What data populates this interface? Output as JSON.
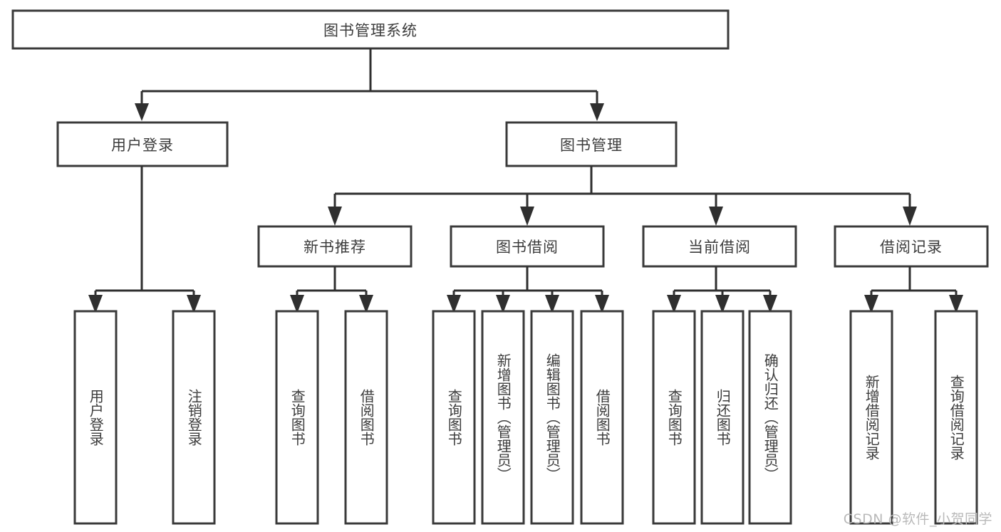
{
  "diagram": {
    "title": "图书管理系统",
    "type": "tree-hierarchy-diagram",
    "colors": {
      "box_stroke": "#3a3a3a",
      "connector": "#2f2f2f",
      "text": "#3c3c3c",
      "background": "#ffffff",
      "watermark": "#b9b9b9"
    },
    "root": {
      "label": "图书管理系统"
    },
    "level2": [
      {
        "label": "用户登录"
      },
      {
        "label": "图书管理"
      }
    ],
    "level3": [
      {
        "label": "新书推荐"
      },
      {
        "label": "图书借阅"
      },
      {
        "label": "当前借阅"
      },
      {
        "label": "借阅记录"
      }
    ],
    "leaves": {
      "user_login": [
        {
          "label": "用户登录"
        },
        {
          "label": "注销登录"
        }
      ],
      "new_book_recommend": [
        {
          "label": "查询图书"
        },
        {
          "label": "借阅图书"
        }
      ],
      "book_borrow": [
        {
          "label": "查询图书"
        },
        {
          "label": "新增图书（管理员）"
        },
        {
          "label": "编辑图书（管理员）"
        },
        {
          "label": "借阅图书"
        }
      ],
      "current_borrow": [
        {
          "label": "查询图书"
        },
        {
          "label": "归还图书"
        },
        {
          "label": "确认归还（管理员）"
        }
      ],
      "borrow_record": [
        {
          "label": "新增借阅记录"
        },
        {
          "label": "查询借阅记录"
        }
      ]
    }
  },
  "watermark": {
    "text": "CSDN @软件_小贺同学"
  }
}
